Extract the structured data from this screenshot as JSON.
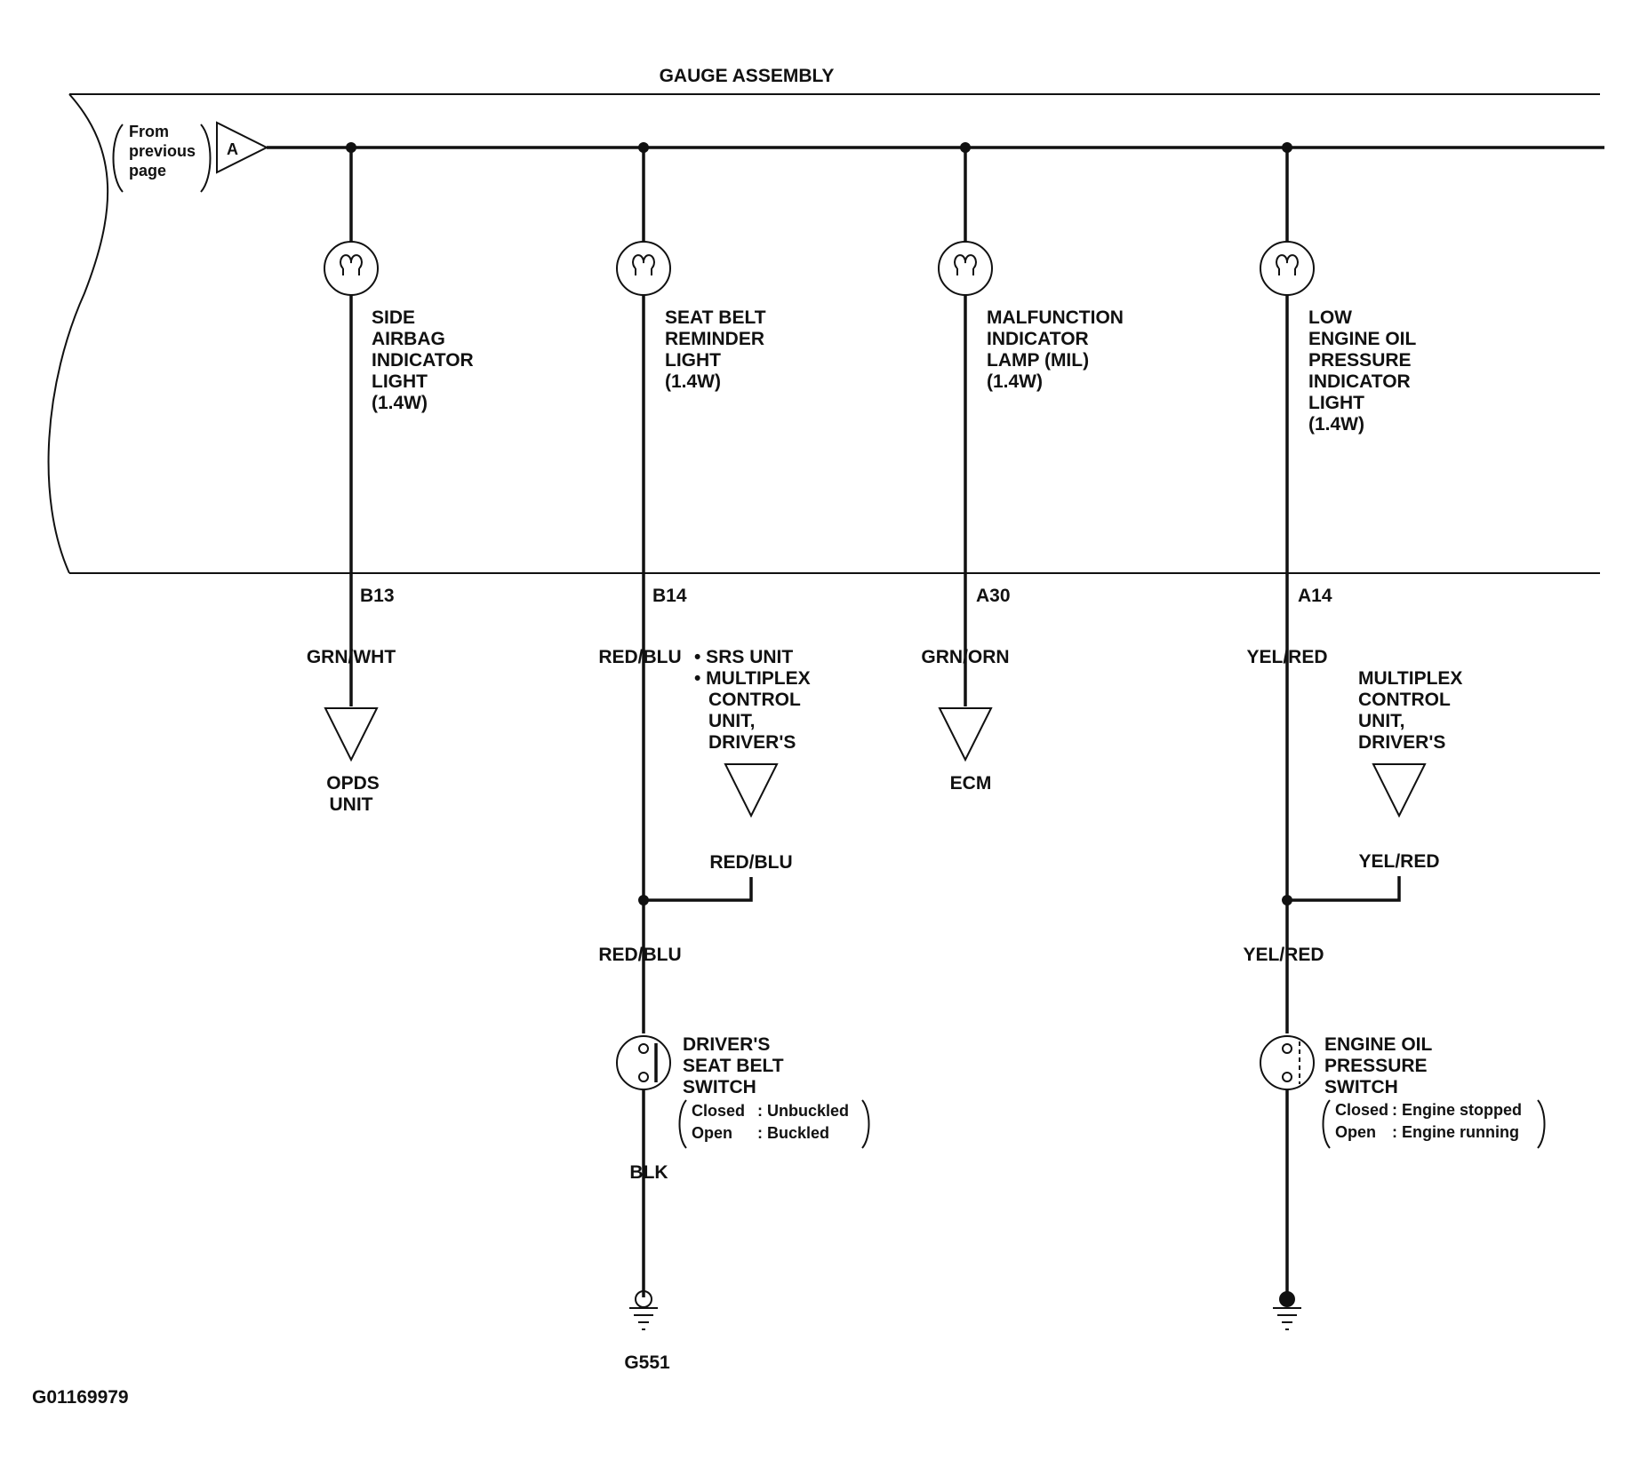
{
  "assembly_title": "GAUGE ASSEMBLY",
  "from_previous": {
    "line1": "From",
    "line2": "previous",
    "line3": "page",
    "connector": "A"
  },
  "figure_id": "G01169979",
  "branches": [
    {
      "terminal": "B13",
      "wire_color": "GRN/WHT",
      "component": [
        "SIDE",
        "AIRBAG",
        "INDICATOR",
        "LIGHT",
        "(1.4W)"
      ],
      "destination": [
        "OPDS",
        "UNIT"
      ]
    },
    {
      "terminal": "B14",
      "wire_color": "RED/BLU",
      "component": [
        "SEAT BELT",
        "REMINDER",
        "LIGHT",
        "(1.4W)"
      ],
      "side_unit": [
        "• SRS UNIT",
        "• MULTIPLEX",
        "CONTROL",
        "UNIT,",
        "DRIVER'S"
      ],
      "side_wire": "RED/BLU",
      "lower_wire": "RED/BLU",
      "switch_name": [
        "DRIVER'S",
        "SEAT BELT",
        "SWITCH"
      ],
      "switch_states": [
        {
          "state": "Closed",
          "meaning": ": Unbuckled"
        },
        {
          "state": "Open",
          "meaning": ": Buckled"
        }
      ],
      "ground_wire": "BLK",
      "ground": "G551"
    },
    {
      "terminal": "A30",
      "wire_color": "GRN/ORN",
      "component": [
        "MALFUNCTION",
        "INDICATOR",
        "LAMP (MIL)",
        "(1.4W)"
      ],
      "destination": [
        "ECM"
      ]
    },
    {
      "terminal": "A14",
      "wire_color": "YEL/RED",
      "component": [
        "LOW",
        "ENGINE OIL",
        "PRESSURE",
        "INDICATOR",
        "LIGHT",
        "(1.4W)"
      ],
      "side_unit": [
        "MULTIPLEX",
        "CONTROL",
        "UNIT,",
        "DRIVER'S"
      ],
      "side_wire": "YEL/RED",
      "lower_wire": "YEL/RED",
      "switch_name": [
        "ENGINE OIL",
        "PRESSURE",
        "SWITCH"
      ],
      "switch_states": [
        {
          "state": "Closed",
          "meaning": ": Engine stopped"
        },
        {
          "state": "Open",
          "meaning": ": Engine running"
        }
      ]
    }
  ]
}
